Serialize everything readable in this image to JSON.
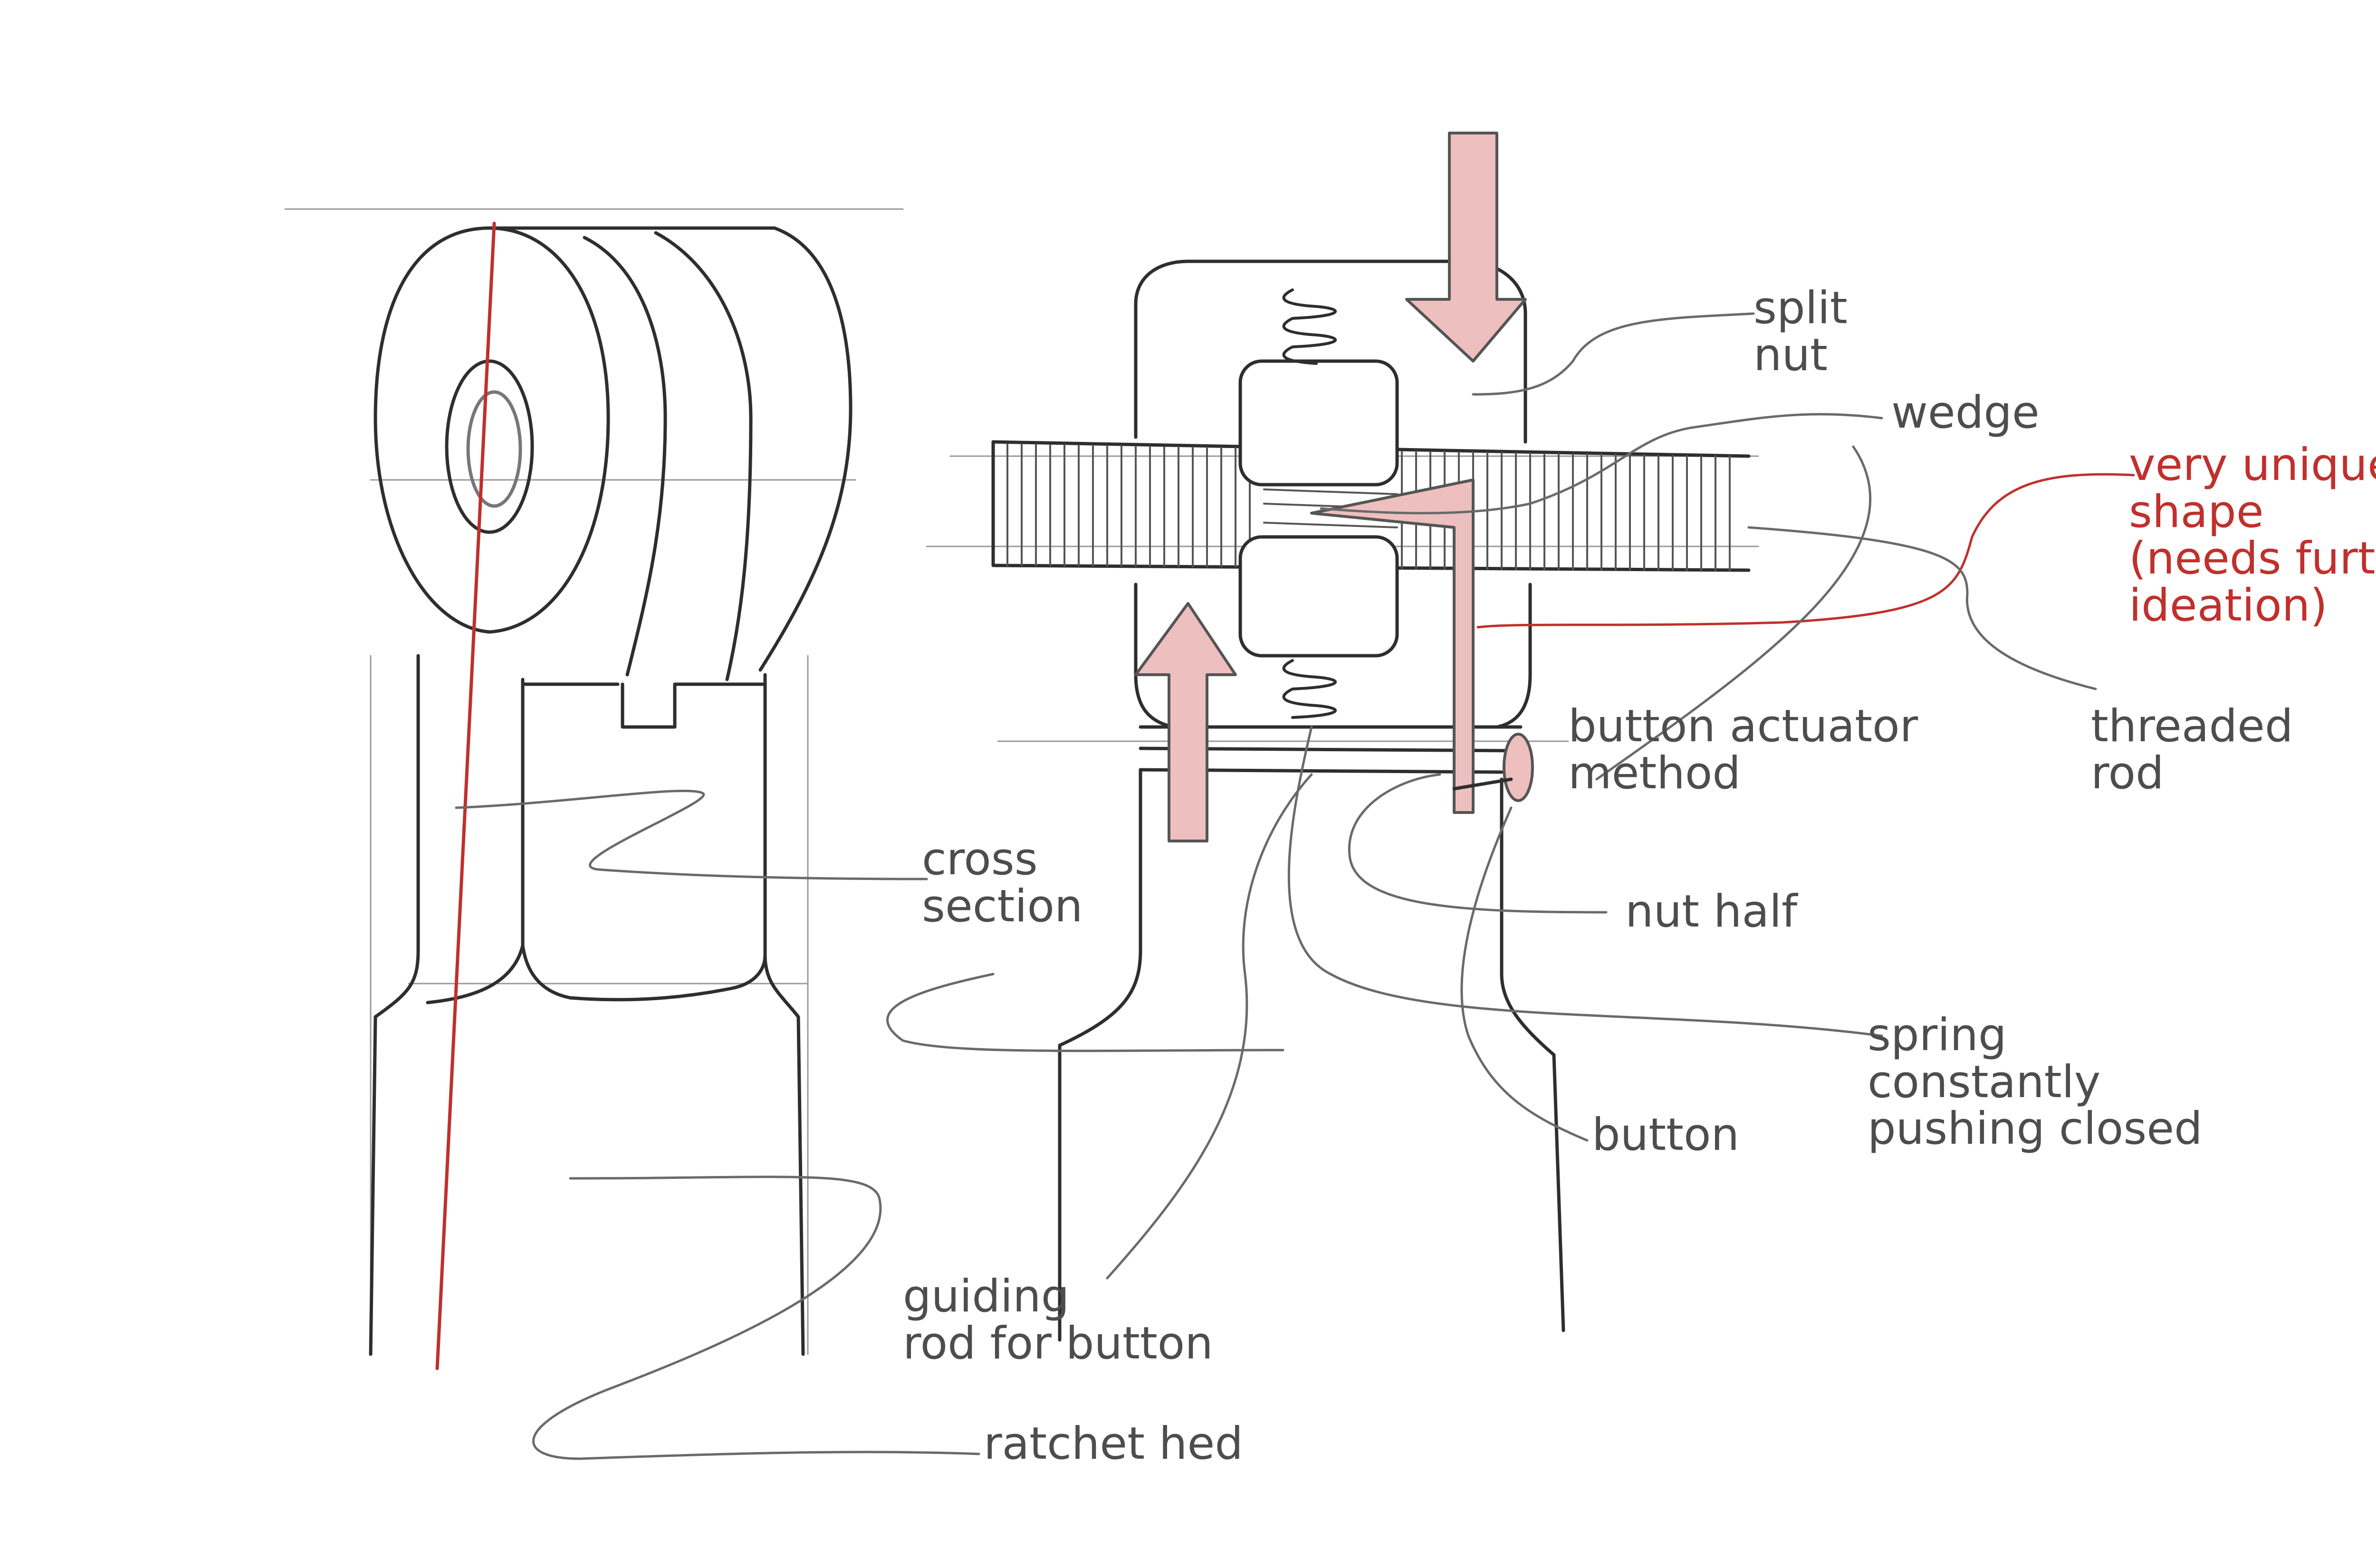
{
  "labels": {
    "split_nut": "split\nnut",
    "wedge": "wedge",
    "very_unique_shape": "very unique\nshape\n(needs further\nideation)",
    "threaded_rod": "threaded\nrod",
    "button_actuator_method": "button actuator\nmethod",
    "nut_half": "nut half",
    "spring": "spring\nconstantly\npushing closed",
    "button": "button",
    "cross_section": "cross\nsection",
    "guiding_rod": "guiding\nrod for button",
    "ratchet_head": "ratchet hed"
  },
  "colors": {
    "pencil": "#2e2e2e",
    "annotation": "#4d4d4d",
    "accent_red": "#c0302c",
    "arrow_fill": "#eebfbf"
  }
}
